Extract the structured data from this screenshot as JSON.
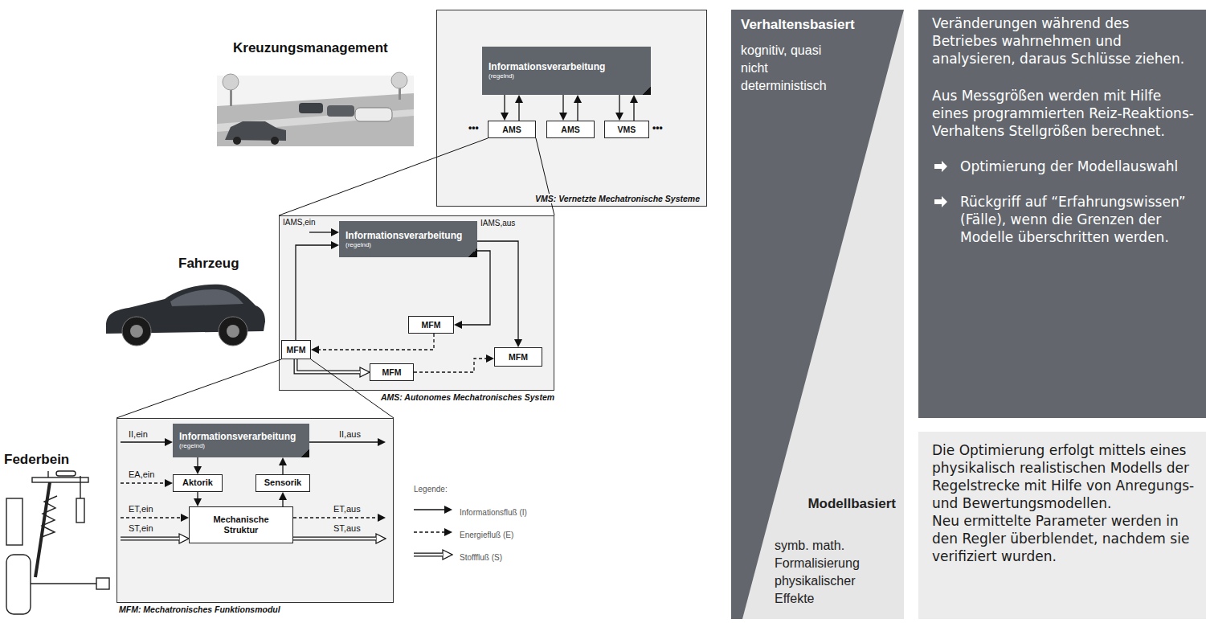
{
  "diagram": {
    "nodes": [
      {
        "text": [
          "VMS: Vernetzte Mechatronische Systeme"
        ]
      },
      {
        "text": [
          "Informationsverarbeitung",
          "(regelnd)"
        ],
        "in": 0
      },
      {
        "text": [
          "AMS"
        ],
        "in": 0
      },
      {
        "text": [
          "AMS"
        ],
        "in": 0
      },
      {
        "text": [
          "VMS"
        ],
        "in": 0
      },
      {
        "text": [
          "AMS: Autonomes Mechatronisches System"
        ]
      },
      {
        "text": [
          "Informationsverarbeitung",
          "(regelnd)"
        ],
        "in": 5
      },
      {
        "text": [
          "MFM"
        ],
        "in": 5
      },
      {
        "text": [
          "MFM"
        ],
        "in": 5
      },
      {
        "text": [
          "MFM"
        ],
        "in": 5
      },
      {
        "text": [
          "MFM"
        ],
        "in": 5
      },
      {
        "text": [
          "MFM: Mechatronisches Funktionsmodul"
        ]
      },
      {
        "text": [
          "Informationsverarbeitung",
          "(regelnd)"
        ],
        "in": 11
      },
      {
        "text": [
          "Aktorik"
        ],
        "in": 11
      },
      {
        "text": [
          "Sensorik"
        ],
        "in": 11
      },
      {
        "text": [
          "Mechanische Struktur"
        ],
        "in": 11
      },
      {
        "text": [
          "Verhaltensbasiert",
          "kognitiv, quasi nicht deterministisch",
          "Modellbasiert",
          "symb. math. Formalisierung physikalischer Effekte"
        ]
      },
      {
        "text": [
          "Veränderungen während des Betriebes wahrnehmen und analysieren, daraus Schlüsse ziehen.",
          "Aus Messgrößen werden mit Hilfe eines programmierten Reiz-Reaktions-Verhaltens Stellgrößen berechnet.",
          "Optimierung der Modellauswahl",
          "Rückgriff auf “Erfahrungswissen” (Fälle), wenn die Grenzen der Modelle überschritten werden."
        ]
      },
      {
        "text": [
          "Die Optimierung erfolgt mittels eines physikalisch realistischen Modells der Regelstrecke mit Hilfe von Anregungs- und Bewertungsmodellen.",
          "Neu ermittelte Parameter werden in den Regler überblendet, nachdem sie verifiziert wurden."
        ]
      }
    ],
    "edges": [
      {
        "from": 1,
        "to": 2,
        "arrow": "to"
      },
      {
        "from": 2,
        "to": 1,
        "arrow": "to"
      },
      {
        "from": 1,
        "to": 3,
        "arrow": "to"
      },
      {
        "from": 3,
        "to": 1,
        "arrow": "to"
      },
      {
        "from": 1,
        "to": 4,
        "arrow": "to"
      },
      {
        "from": 4,
        "to": 1,
        "arrow": "to"
      },
      {
        "from": 2,
        "to": 5,
        "arrow": "none"
      },
      {
        "from": 2,
        "to": 5,
        "arrow": "none"
      },
      {
        "from": 8,
        "to": 6,
        "arrow": "to"
      },
      {
        "from": 6,
        "to": 7,
        "arrow": "to"
      },
      {
        "from": 6,
        "to": 9,
        "arrow": "to"
      },
      {
        "from": 7,
        "to": 8,
        "arrow": "to"
      },
      {
        "from": 8,
        "to": 10,
        "arrow": "to"
      },
      {
        "from": 10,
        "to": 9,
        "arrow": "to"
      },
      {
        "from": 8,
        "to": 11,
        "arrow": "none"
      },
      {
        "from": 8,
        "to": 11,
        "arrow": "none"
      },
      {
        "from": 12,
        "to": 13,
        "arrow": "to"
      },
      {
        "from": 14,
        "to": 12,
        "arrow": "to"
      },
      {
        "from": 13,
        "to": 15,
        "arrow": "to"
      },
      {
        "from": 15,
        "to": 14,
        "arrow": "to"
      }
    ],
    "labels": [
      "Kreuzungsmanagement",
      "Fahrzeug",
      "Federbein",
      "•••",
      "•••",
      "IAMS,ein",
      "IAMS,aus",
      "II,ein",
      "II,aus",
      "EA,ein",
      "ET,ein",
      "ST,ein",
      "ET,aus",
      "ST,aus",
      "Legende:"
    ],
    "legend": [
      {
        "text": "Informationsfluß (I)"
      },
      {
        "text": "Energiefluß (E)"
      },
      {
        "text": "Stofffluß (S)"
      }
    ]
  }
}
